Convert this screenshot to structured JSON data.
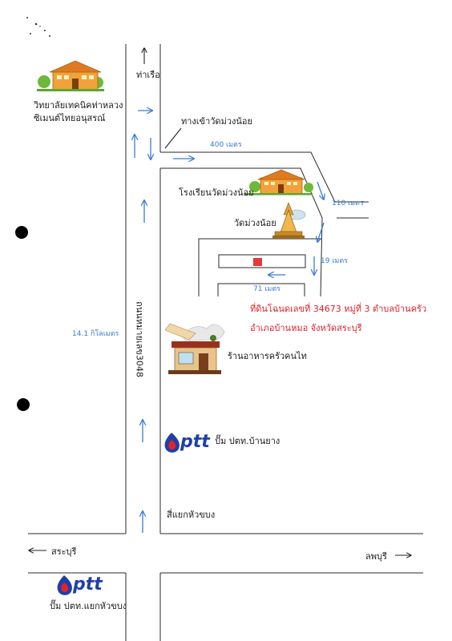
{
  "colors": {
    "road": "#2a2a2a",
    "arrow": "#3a7bd5",
    "note": "#e0202a",
    "ptt_blue": "#1f3fa8",
    "ptt_red": "#e3232b",
    "marker": "#e53935"
  },
  "labels": {
    "north": "ท่าเรือ",
    "college": "วิทยาลัยเทคนิคท่าหลวงซิเมนต์ไทยอนุสรณ์",
    "entrance": "ทางเข้าวัดม่วงน้อย",
    "dist_400": "400 เมตร",
    "school": "โรงเรียนวัดม่วงน้อย",
    "dist_110": "110 เมตร",
    "temple": "วัดม่วงน้อย",
    "dist_19": "19 เมตร",
    "dist_71": "71 เมตร",
    "land_line1": "ที่ดินโฉนดเลขที่ 34673 หมู่ที่ 3 ตำบลบ้านครัว",
    "land_line2": "อำเภอบ้านหมอ จังหวัดสระบุรี",
    "highway": "ถนนหมายเลข3048",
    "dist_14": "14.1 กิโลเมตร",
    "restaurant": "ร้านอาหารครัวคนไท",
    "ptt_brand": "ptt",
    "pump_banyang": "ปั๊ม ปตท.บ้านยาง",
    "junction": "สี่แยกหัวขบง",
    "saraburi": "สระบุรี",
    "lopburi": "ลพบุรี",
    "pump_huakhabong": "ปั๊ม ปตท.แยกหัวขบง"
  }
}
